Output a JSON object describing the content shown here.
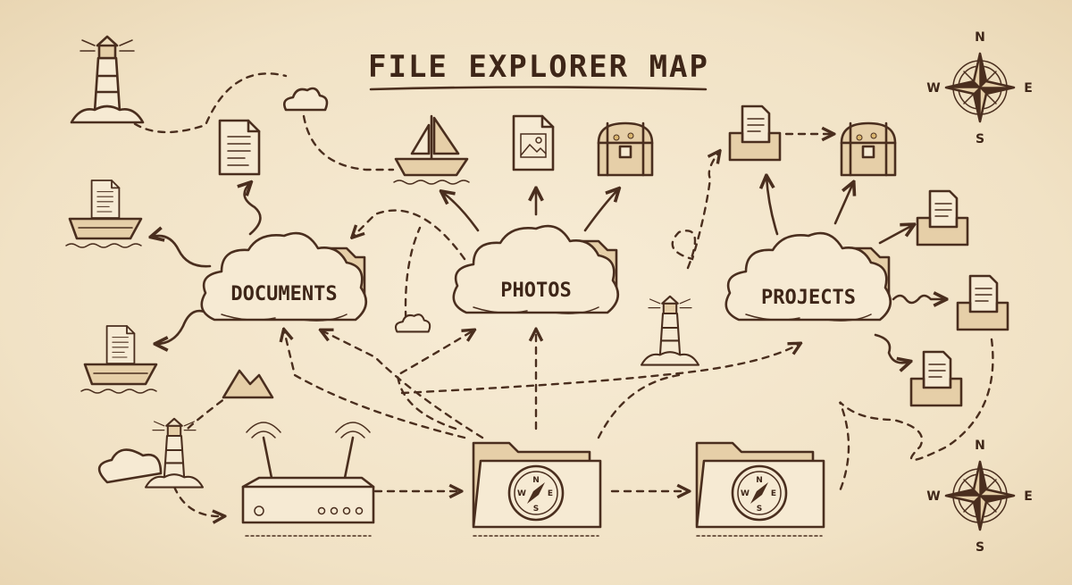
{
  "title": "FILE EXPLORER MAP",
  "nodes": {
    "documents": "DOCUMENTS",
    "photos": "PHOTOS",
    "projects": "PROJECTS"
  },
  "compass": {
    "n": "N",
    "e": "E",
    "s": "S",
    "w": "W"
  },
  "colors": {
    "background": "#f4e7cd",
    "ink": "#4a2e1e",
    "accent": "#e6cfa8"
  }
}
